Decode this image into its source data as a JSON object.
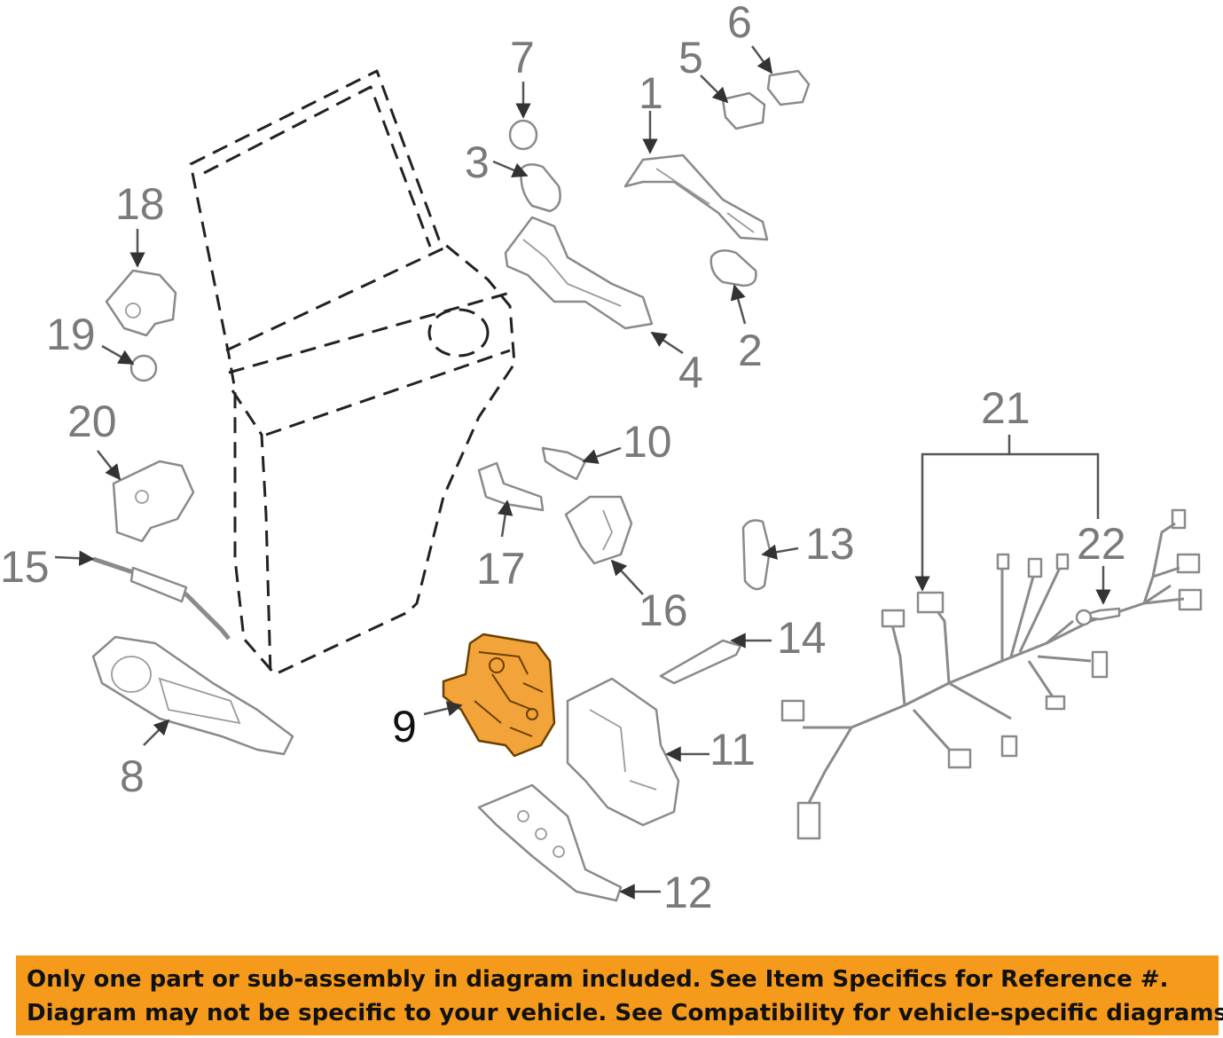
{
  "callouts": {
    "c1": "1",
    "c2": "2",
    "c3": "3",
    "c4": "4",
    "c5": "5",
    "c6": "6",
    "c7": "7",
    "c8": "8",
    "c9": "9",
    "c10": "10",
    "c11": "11",
    "c12": "12",
    "c13": "13",
    "c14": "14",
    "c15": "15",
    "c16": "16",
    "c17": "17",
    "c18": "18",
    "c19": "19",
    "c20": "20",
    "c21": "21",
    "c22": "22"
  },
  "highlighted_part": "9",
  "colors": {
    "highlight": "#f2a33a",
    "notice_bg": "#f59a1a"
  },
  "notice": {
    "line1": "Only one part or sub-assembly in diagram included. See Item Specifics for Reference #.",
    "line2": "Diagram may not be specific to your vehicle. See Compatibility for vehicle-specific diagrams."
  }
}
